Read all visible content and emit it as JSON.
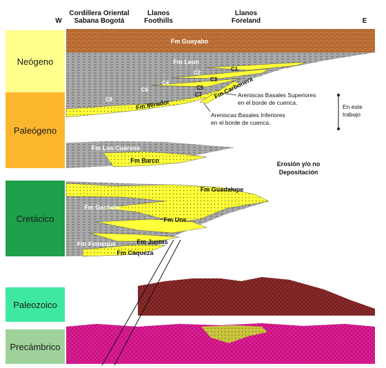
{
  "header": {
    "w": "W",
    "e": "E",
    "col1_line1": "Cordillera Oriental",
    "col1_line2": "Sabana Bogotá",
    "col2_line1": "Llanos",
    "col2_line2": "Foothills",
    "col3_line1": "Llanos",
    "col3_line2": "Foreland"
  },
  "eras": [
    {
      "name": "Neógeno",
      "color": "#ffff8c"
    },
    {
      "name": "Paleógeno",
      "color": "#fbb62e"
    },
    {
      "name": "Cretácico",
      "color": "#1fa04a"
    },
    {
      "name": "Paleozoico",
      "color": "#3fe8a0"
    },
    {
      "name": "Precámbrico",
      "color": "#9ed29a"
    }
  ],
  "formations": {
    "guayabo": "Fm Guayabo",
    "leon": "Fm Leon",
    "carbonera": "Fm Carbonera",
    "mirador": "Fm Mirador",
    "los_cuervos": "Fm Los Cuervos",
    "barco": "Fm Barco",
    "guadalupe": "Fm Guadalupe",
    "gacheta": "Fm Gacheta",
    "une": "Fm Une",
    "fomeque": "Fm Fomeque",
    "juntas": "Fm Juntas",
    "caqueza": "Fm Cáqueza"
  },
  "members": {
    "c1": "C1",
    "c2": "C2",
    "c3": "C3",
    "c4": "C4",
    "c5": "C5",
    "c6": "C6",
    "c7": "C7",
    "c8": "C8"
  },
  "annotations": {
    "sup_line1": "Areniscas Basales Superiores",
    "sup_line2": "en el borde de cuenca.",
    "inf_line1": "Areniscas Basales Inferiores",
    "inf_line2": "en el borde de cuenca.",
    "trabajo_line1": "En este",
    "trabajo_line2": "trabajo",
    "erosion_line1": "Erosión y/o no",
    "erosion_line2": "Depositación"
  },
  "colors": {
    "guayabo": "#c8773c",
    "gray": "#a9a9a9",
    "yellow": "#ffff3a",
    "paleozoic": "#8c2b2b",
    "precambrian": "#e21e96",
    "precambrian_pod": "#c8c43e"
  }
}
